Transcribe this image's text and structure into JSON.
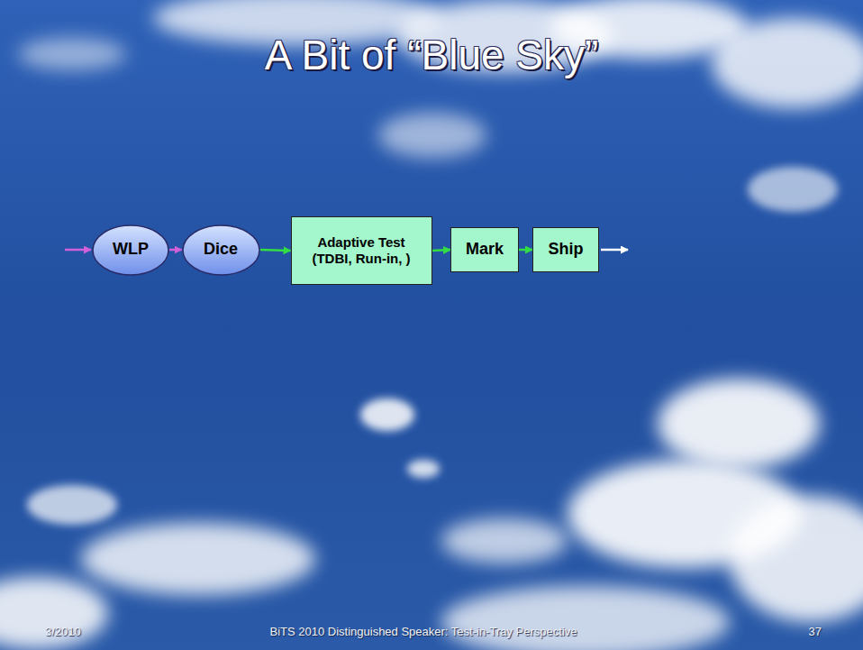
{
  "diagram": {
    "title": "A Bit of “Blue Sky”",
    "nodes": [
      {
        "text": [
          "WLP"
        ]
      },
      {
        "text": [
          "Dice"
        ]
      },
      {
        "text": [
          "Adaptive Test (TDBI, Run-in, )"
        ]
      },
      {
        "text": [
          "Mark"
        ]
      },
      {
        "text": [
          "Ship"
        ]
      }
    ],
    "edges": [
      {
        "from": 0,
        "to": 1,
        "arrow": "to"
      },
      {
        "from": 1,
        "to": 2,
        "arrow": "to"
      },
      {
        "from": 2,
        "to": 3,
        "arrow": "to"
      },
      {
        "from": 3,
        "to": 4,
        "arrow": "to"
      }
    ],
    "labels": [
      "3/2010",
      "BiTS 2010 Distinguished Speaker: Test-in-Tray Perspective",
      "37"
    ]
  }
}
